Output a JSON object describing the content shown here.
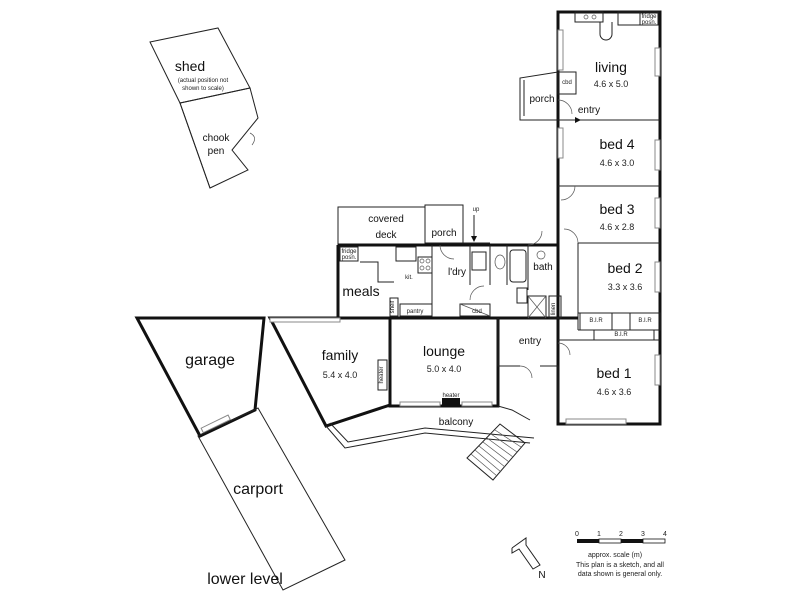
{
  "outbuildings": {
    "shed_label": "shed",
    "shed_note_1": "(actual position not",
    "shed_note_2": "shown to scale)",
    "chook_line_1": "chook",
    "chook_line_2": "pen"
  },
  "rooms": {
    "living": {
      "name": "living",
      "dims": "4.6 x 5.0"
    },
    "bed4": {
      "name": "bed 4",
      "dims": "4.6 x 3.0"
    },
    "bed3": {
      "name": "bed 3",
      "dims": "4.6 x 2.8"
    },
    "bed2": {
      "name": "bed 2",
      "dims": "3.3 x 3.6"
    },
    "bed1": {
      "name": "bed 1",
      "dims": "4.6 x 3.6"
    },
    "family": {
      "name": "family",
      "dims": "5.4 x 4.0"
    },
    "lounge": {
      "name": "lounge",
      "dims": "5.0 x 4.0"
    },
    "meals": {
      "name": "meals"
    },
    "garage": {
      "name": "garage"
    },
    "carport": {
      "name": "carport"
    }
  },
  "areas": {
    "covered_deck_1": "covered",
    "covered_deck_2": "deck",
    "porch_top": "porch",
    "porch_left": "porch",
    "entry_top": "entry",
    "entry_mid": "entry",
    "bath": "bath",
    "ldry": "l'dry",
    "kit": "kit.",
    "pantry": "pantry",
    "balcony": "balcony",
    "up": "up"
  },
  "fixtures": {
    "cbd": "cbd",
    "fridge": "fridge",
    "fridge_pos": "posn.",
    "heater": "heater",
    "linen": "linen",
    "blr": "B.I.R",
    "shelf": "shelf"
  },
  "level_label": "lower level",
  "scale": {
    "ticks": [
      "0",
      "1",
      "2",
      "3",
      "4"
    ],
    "label": "approx. scale (m)",
    "disclaimer_1": "This plan is a sketch, and all",
    "disclaimer_2": "data shown is general only."
  },
  "compass": {
    "letter": "N"
  }
}
